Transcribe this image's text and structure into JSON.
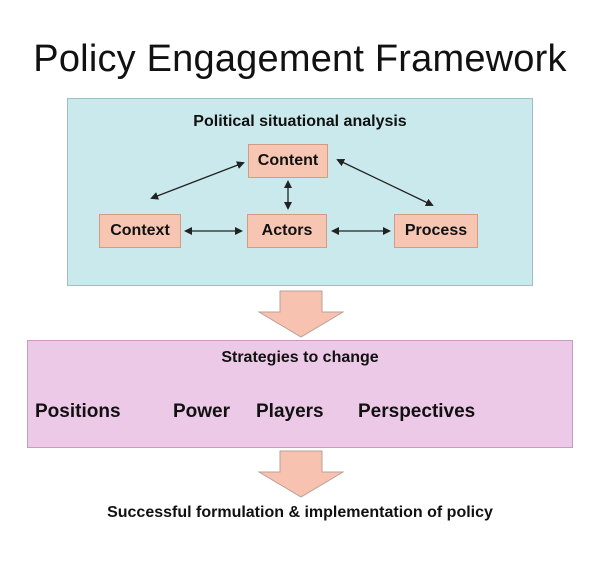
{
  "title": "Policy Engagement Framework",
  "analysis": {
    "heading": "Political situational analysis",
    "nodes": {
      "content": "Content",
      "context": "Context",
      "actors": "Actors",
      "process": "Process"
    }
  },
  "strategies": {
    "heading": "Strategies to change",
    "items": [
      "Positions",
      "Power",
      "Players",
      "Perspectives"
    ]
  },
  "outcome": "Successful formulation & implementation of policy",
  "colors": {
    "analysis_panel": "#c9e9ec",
    "node_fill": "#f6c6b3",
    "strategies_panel": "#ecc9e6",
    "flow_arrow": "#f7c3b0"
  }
}
